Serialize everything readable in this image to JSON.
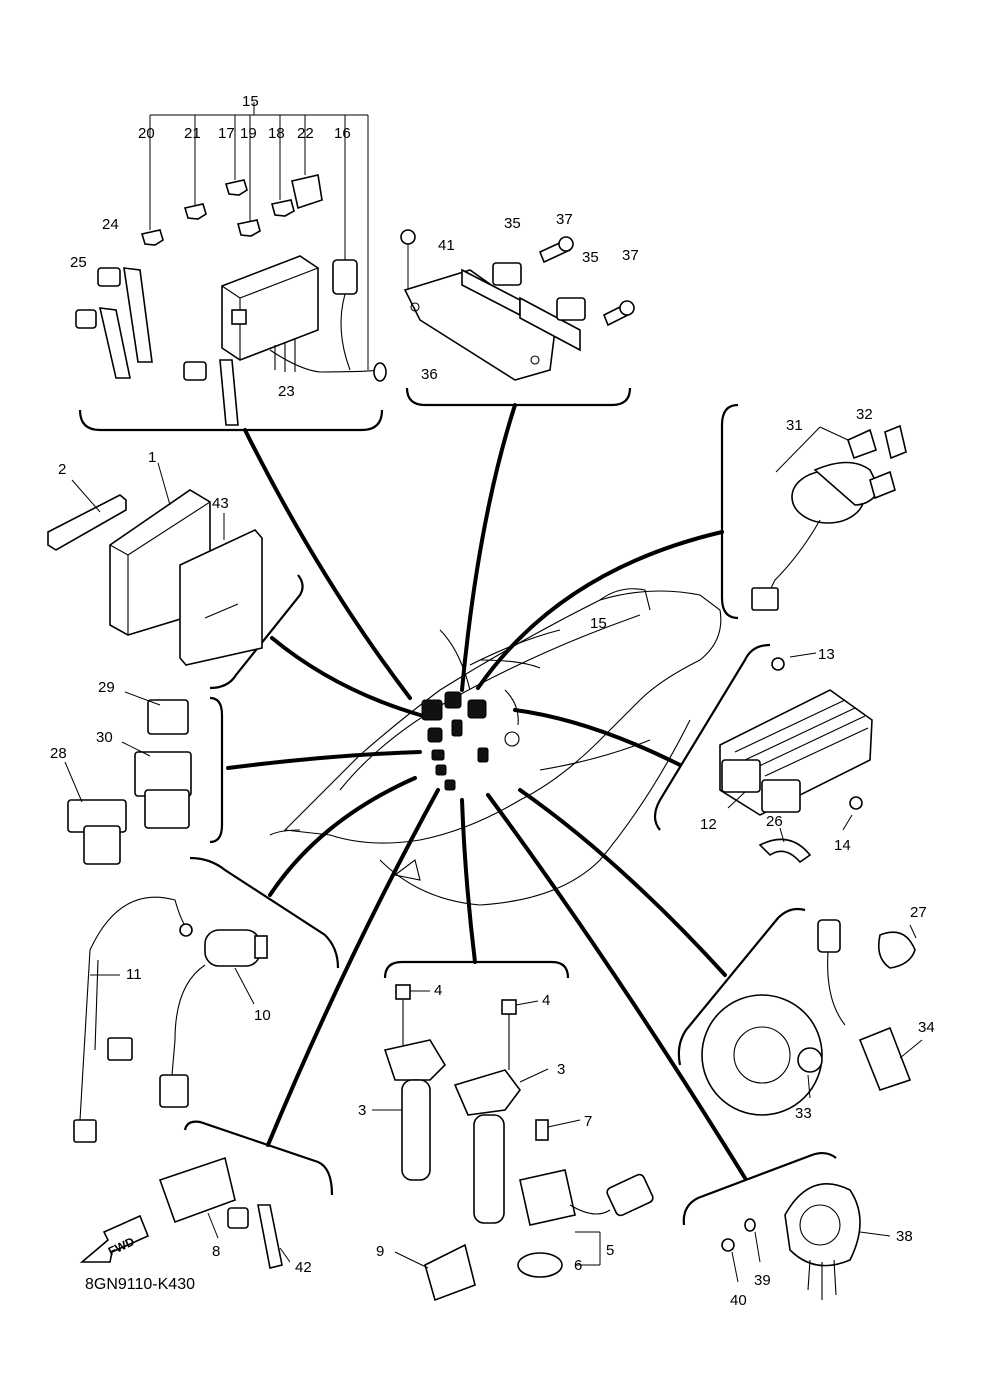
{
  "diagram": {
    "part_code": "8GN9110-K430",
    "fwd_label": "FWD",
    "callouts": [
      "1",
      "2",
      "3",
      "3",
      "4",
      "4",
      "5",
      "6",
      "7",
      "8",
      "9",
      "10",
      "11",
      "12",
      "13",
      "14",
      "15",
      "15",
      "16",
      "17",
      "18",
      "19",
      "20",
      "21",
      "22",
      "23",
      "24",
      "25",
      "26",
      "27",
      "28",
      "29",
      "30",
      "31",
      "32",
      "33",
      "34",
      "35",
      "35",
      "36",
      "37",
      "37",
      "38",
      "39",
      "40",
      "41",
      "42",
      "43"
    ]
  }
}
